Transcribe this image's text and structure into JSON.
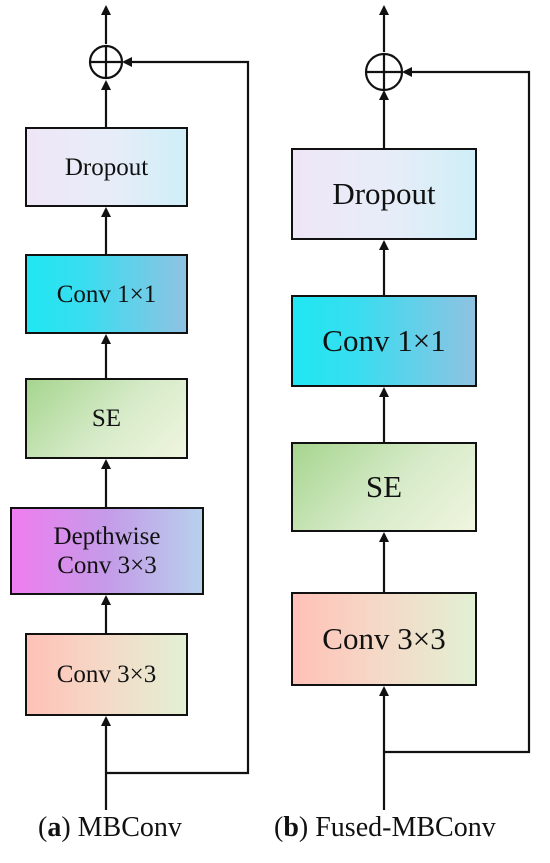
{
  "diagrams": [
    {
      "caption": {
        "open": "(",
        "letter": "a",
        "close": ")",
        "title": "MBConv"
      },
      "blocks": [
        {
          "label": "Dropout"
        },
        {
          "label": "Conv 1×1"
        },
        {
          "label": "SE"
        },
        {
          "label": "Depthwise\nConv 3×3"
        },
        {
          "label": "Conv 3×3"
        }
      ]
    },
    {
      "caption": {
        "open": "(",
        "letter": "b",
        "close": ")",
        "title": "Fused-MBConv"
      },
      "blocks": [
        {
          "label": "Dropout"
        },
        {
          "label": "Conv 1×1"
        },
        {
          "label": "SE"
        },
        {
          "label": "Conv 3×3"
        }
      ]
    }
  ]
}
